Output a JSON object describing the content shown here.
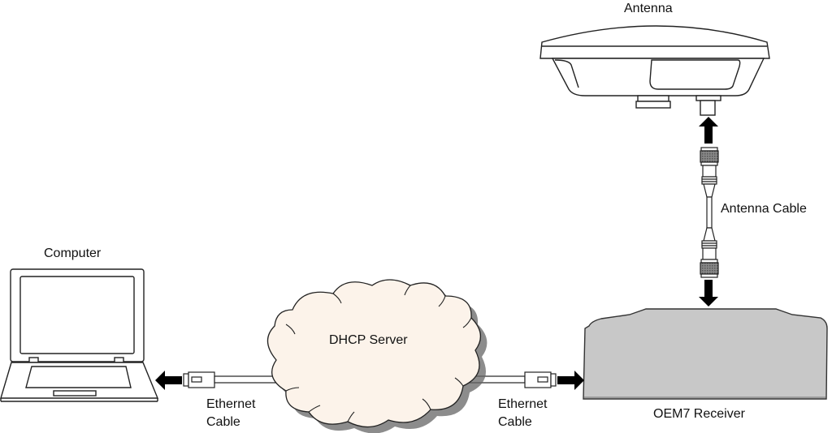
{
  "diagram": {
    "title": "OEM7 Ethernet connection via DHCP server",
    "nodes": {
      "antenna": {
        "label": "Antenna"
      },
      "computer": {
        "label": "Computer"
      },
      "dhcp_server": {
        "label": "DHCP Server"
      },
      "receiver": {
        "label": "OEM7 Receiver"
      }
    },
    "cables": {
      "antenna_cable": {
        "label": "Antenna Cable"
      },
      "ethernet_left": {
        "label_line1": "Ethernet",
        "label_line2": "Cable"
      },
      "ethernet_right": {
        "label_line1": "Ethernet",
        "label_line2": "Cable"
      }
    },
    "colors": {
      "cloud_fill": "#fcf3ea",
      "receiver_fill": "#c8c8c8",
      "stroke": "#222222",
      "arrow": "#000000"
    }
  }
}
